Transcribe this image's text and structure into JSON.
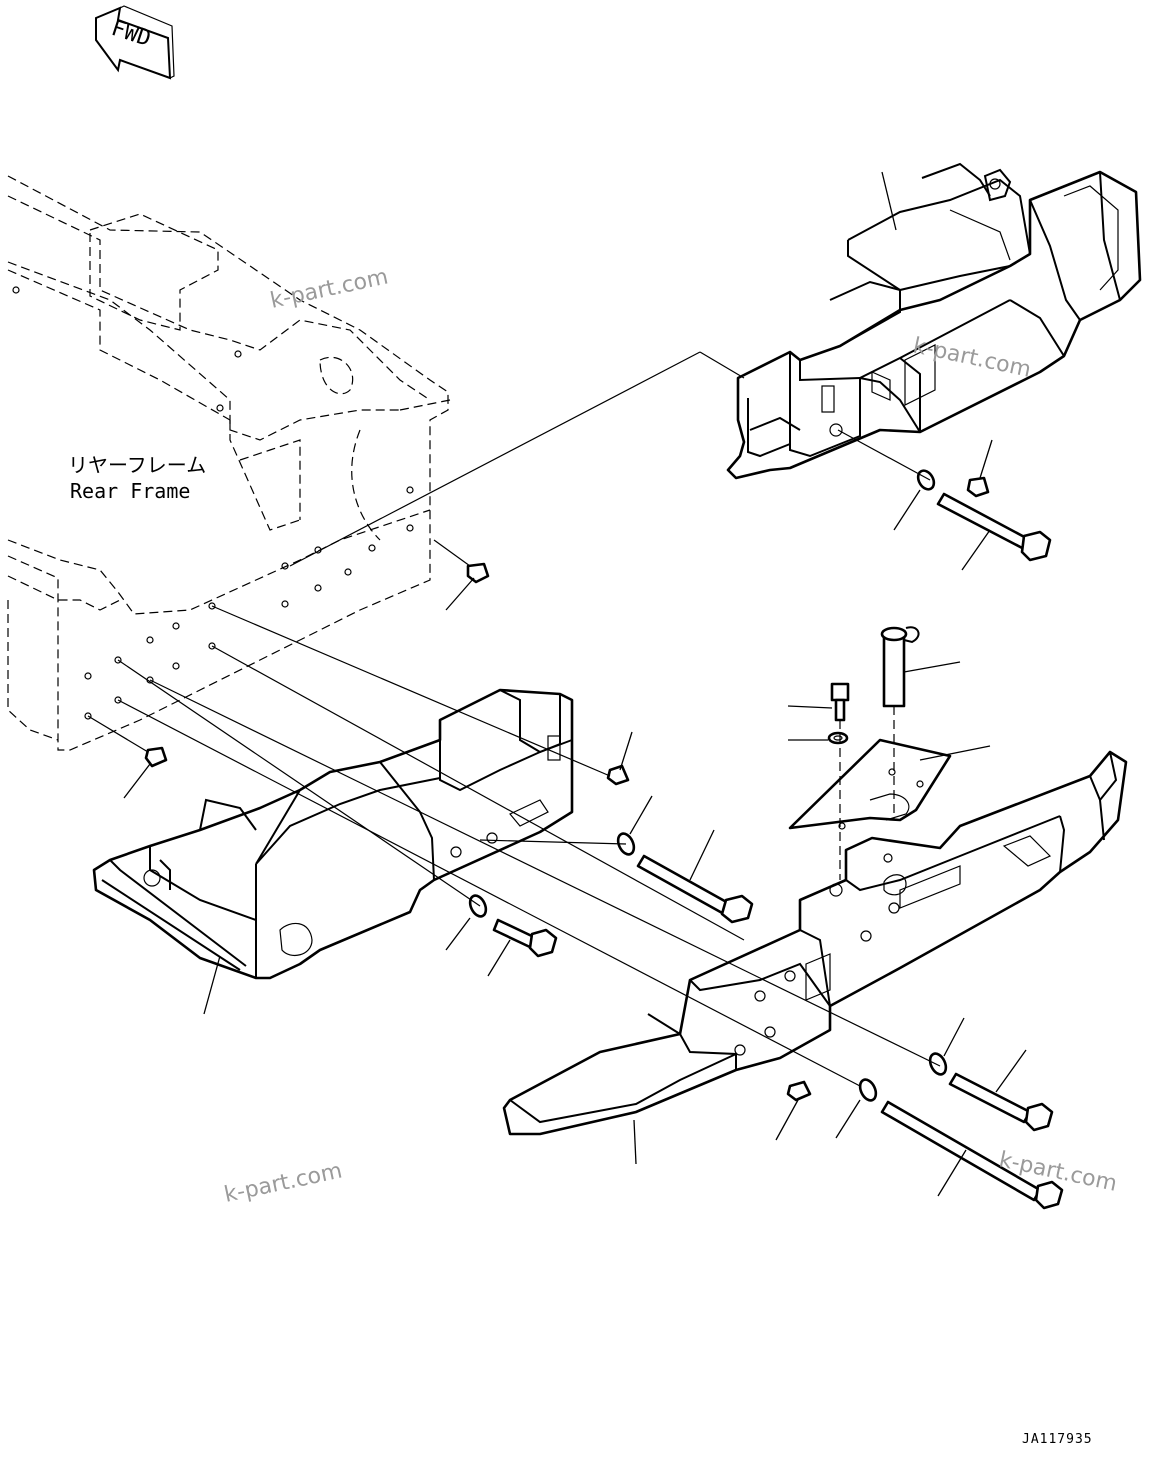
{
  "direction_indicator": {
    "label": "FWD"
  },
  "rear_frame_label": {
    "jp": "リヤーフレーム",
    "en": "Rear Frame"
  },
  "watermarks": [
    "k-part.com",
    "k-part.com",
    "k-part.com",
    "k-part.com"
  ],
  "drawing_code": "JA117935",
  "colors": {
    "line": "#000000",
    "background": "#ffffff",
    "watermark": "#9a9a9a"
  }
}
